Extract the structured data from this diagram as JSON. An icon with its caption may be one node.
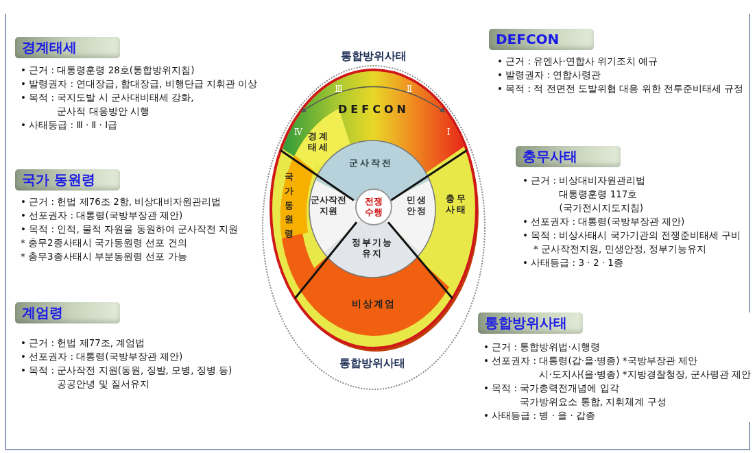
{
  "diagram": {
    "nodes": [
      {
        "text": [
          "경계태세",
          "• 근거 : 대통령훈령 28호(통합방위지침)",
          "• 발령권자 : 연대장급, 함대장급, 비행단급 지휘관 이상",
          "• 목적 : 국지도발 시 군사대비태세 강화, 군사적 대응방안 시행",
          "• 사태등급 : Ⅲ · Ⅱ · Ⅰ급"
        ]
      },
      {
        "text": [
          "국가 동원령",
          "• 근거 : 헌법 제76조 2항, 비상대비자원관리법",
          "• 선포권자 : 대통령(국방부장관 제안)",
          "• 목적 : 인적, 물적 자원을 동원하여 군사작전 지원",
          "* 충무2종사태시 국가동원령 선포 건의",
          "* 충무3종사태시 부분동원령 선포 가능"
        ]
      },
      {
        "text": [
          "계엄령",
          "• 근거 : 헌법 제77조, 계엄법",
          "• 선포권자 : 대통령(국방부장관 제안)",
          "• 목적 : 군사작전 지원(동원, 징발, 모병, 징병 등) 공공안녕 및 질서유지"
        ]
      },
      {
        "text": [
          "DEFCON",
          "• 근거 : 유엔사·연합사 위기조치 예규",
          "• 발령권자 : 연합사령관",
          "• 목적 : 적 전면전 도발위협 대응 위한 전투준비태세 규정"
        ]
      },
      {
        "text": [
          "충무사태",
          "• 근거 : 비상대비자원관리법 대통령훈령 117호 (국가전시지도지침)",
          "• 선포권자 : 대통령(국방부장관 제안)",
          "• 목적 : 비상사태시 국가기관의 전쟁준비태세 구비",
          "* 군사작전지원, 민생안정, 정부기능유지",
          "• 사태등급 : 3 · 2 · 1종"
        ]
      },
      {
        "text": [
          "통합방위사태",
          "• 근거 : 통합방위법·시행령",
          "• 선포권자 : 대통령(갑·을·병종) *국방부장관 제안 시·도지사(을·병종) *지방경찰청장, 군사령관 제안",
          "• 목적 : 국가총력전개념에 입각 국가방위요소 통합, 지휘체계 구성",
          "• 사태등급 : 병 · 을 · 갑종"
        ]
      },
      {
        "text": [
          "DEFCON"
        ]
      },
      {
        "text": [
          "경계태세"
        ]
      },
      {
        "text": [
          "국가동원령"
        ]
      },
      {
        "text": [
          "군사작전"
        ]
      },
      {
        "text": [
          "군사작전지원"
        ]
      },
      {
        "text": [
          "전쟁수행"
        ]
      },
      {
        "text": [
          "민생안정"
        ]
      },
      {
        "text": [
          "충무사태"
        ]
      },
      {
        "text": [
          "정부기능유지"
        ]
      },
      {
        "text": [
          "비상계엄"
        ]
      }
    ],
    "labels": [
      "통합방위사태",
      "Ⅲ",
      "Ⅱ",
      "Ⅳ",
      "Ⅰ",
      "통합방위사태"
    ]
  }
}
